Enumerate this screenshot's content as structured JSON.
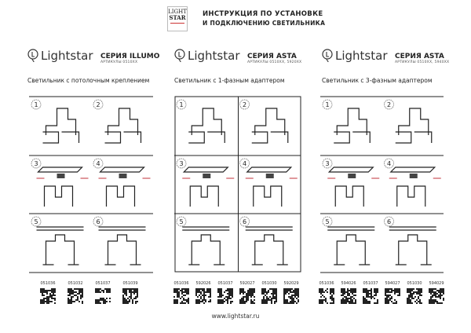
{
  "header": {
    "logo_text": [
      "LIGHT",
      "STAR"
    ],
    "title_line1": "ИНСТРУКЦИЯ ПО УСТАНОВКЕ",
    "title_line2": "И ПОДКЛЮЧЕНИЮ СВЕТИЛЬНИКА"
  },
  "columns": [
    {
      "brand": "Lightstar",
      "series": "СЕРИЯ ILLUMO",
      "article": "АРТИКУЛЫ 0510ХХ",
      "subtitle": "Светильник с потолочным креплением",
      "steps": [
        "1",
        "2",
        "3",
        "4",
        "5",
        "6"
      ],
      "codes": [
        "051036",
        "051032",
        "051037",
        "051039"
      ]
    },
    {
      "brand": "Lightstar",
      "series": "СЕРИЯ ASTA",
      "article": "АРТИКУЛЫ 0510ХХ, 5920ХХ",
      "subtitle": "Светильник с 1-фазным адаптером",
      "steps": [
        "1",
        "2",
        "3",
        "4",
        "5",
        "6"
      ],
      "codes": [
        "051036",
        "592026",
        "051037",
        "592027",
        "051030",
        "592029"
      ]
    },
    {
      "brand": "Lightstar",
      "series": "СЕРИЯ ASTA",
      "article": "АРТИКУЛЫ 0510ХХ, 5940ХХ",
      "subtitle": "Светильник с 3-фазным адаптером",
      "steps": [
        "1",
        "2",
        "3",
        "4",
        "5",
        "6"
      ],
      "codes": [
        "051036",
        "594026",
        "051037",
        "594027",
        "051030",
        "594029"
      ]
    }
  ],
  "website": "www.lightstar.ru",
  "colors": {
    "accent": "#c0303a",
    "line": "#222222"
  }
}
